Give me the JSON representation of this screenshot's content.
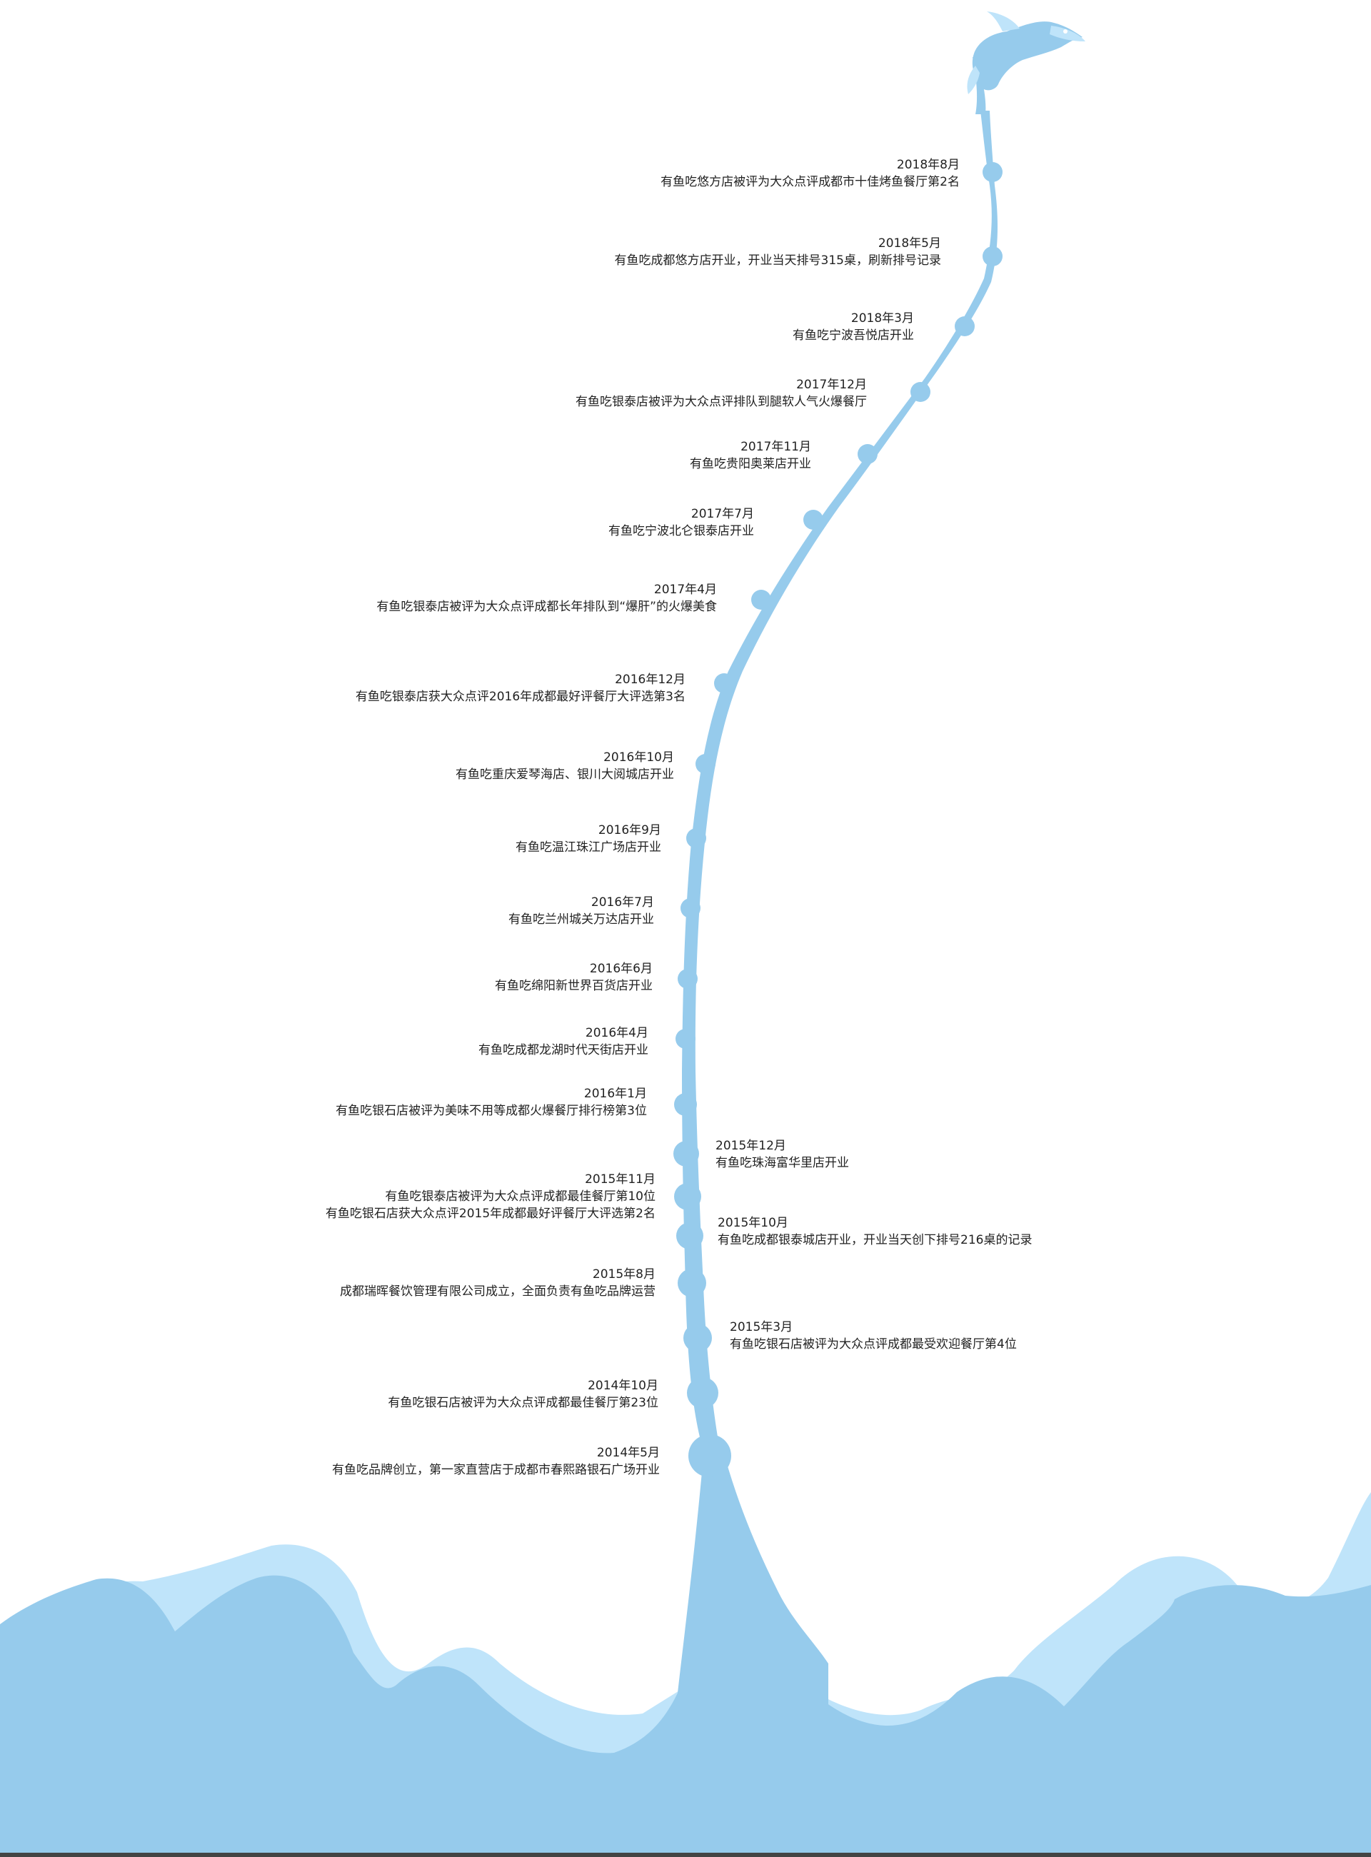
{
  "colors": {
    "main_blue": "#96cbec",
    "light_blue": "#bfe4fa",
    "text": "#222222"
  },
  "events": [
    {
      "date": "2018年8月",
      "text": "有鱼吃悠方店被评为大众点评成都市十佳烤鱼餐厅第2名"
    },
    {
      "date": "2018年5月",
      "text": "有鱼吃成都悠方店开业，开业当天排号315桌，刷新排号记录"
    },
    {
      "date": "2018年3月",
      "text": "有鱼吃宁波吾悦店开业"
    },
    {
      "date": "2017年12月",
      "text": "有鱼吃银泰店被评为大众点评排队到腿软人气火爆餐厅"
    },
    {
      "date": "2017年11月",
      "text": "有鱼吃贵阳奥莱店开业"
    },
    {
      "date": "2017年7月",
      "text": "有鱼吃宁波北仑银泰店开业"
    },
    {
      "date": "2017年4月",
      "text": "有鱼吃银泰店被评为大众点评成都长年排队到“爆肝”的火爆美食"
    },
    {
      "date": "2016年12月",
      "text": "有鱼吃银泰店获大众点评2016年成都最好评餐厅大评选第3名"
    },
    {
      "date": "2016年10月",
      "text": "有鱼吃重庆爱琴海店、银川大阅城店开业"
    },
    {
      "date": "2016年9月",
      "text": "有鱼吃温江珠江广场店开业"
    },
    {
      "date": "2016年7月",
      "text": "有鱼吃兰州城关万达店开业"
    },
    {
      "date": "2016年6月",
      "text": "有鱼吃绵阳新世界百货店开业"
    },
    {
      "date": "2016年4月",
      "text": "有鱼吃成都龙湖时代天街店开业"
    },
    {
      "date": "2016年1月",
      "text": "有鱼吃银石店被评为美味不用等成都火爆餐厅排行榜第3位"
    },
    {
      "date": "2015年12月",
      "text": "有鱼吃珠海富华里店开业"
    },
    {
      "date": "2015年11月",
      "text": "有鱼吃银泰店被评为大众点评成都最佳餐厅第10位",
      "text2": "有鱼吃银石店获大众点评2015年成都最好评餐厅大评选第2名"
    },
    {
      "date": "2015年10月",
      "text": "有鱼吃成都银泰城店开业，开业当天创下排号216桌的记录"
    },
    {
      "date": "2015年8月",
      "text": "成都瑞晖餐饮管理有限公司成立，全面负责有鱼吃品牌运营"
    },
    {
      "date": "2015年3月",
      "text": "有鱼吃银石店被评为大众点评成都最受欢迎餐厅第4位"
    },
    {
      "date": "2014年10月",
      "text": "有鱼吃银石店被评为大众点评成都最佳餐厅第23位"
    },
    {
      "date": "2014年5月",
      "text": "有鱼吃品牌创立，第一家直营店于成都市春熙路银石广场开业"
    }
  ]
}
